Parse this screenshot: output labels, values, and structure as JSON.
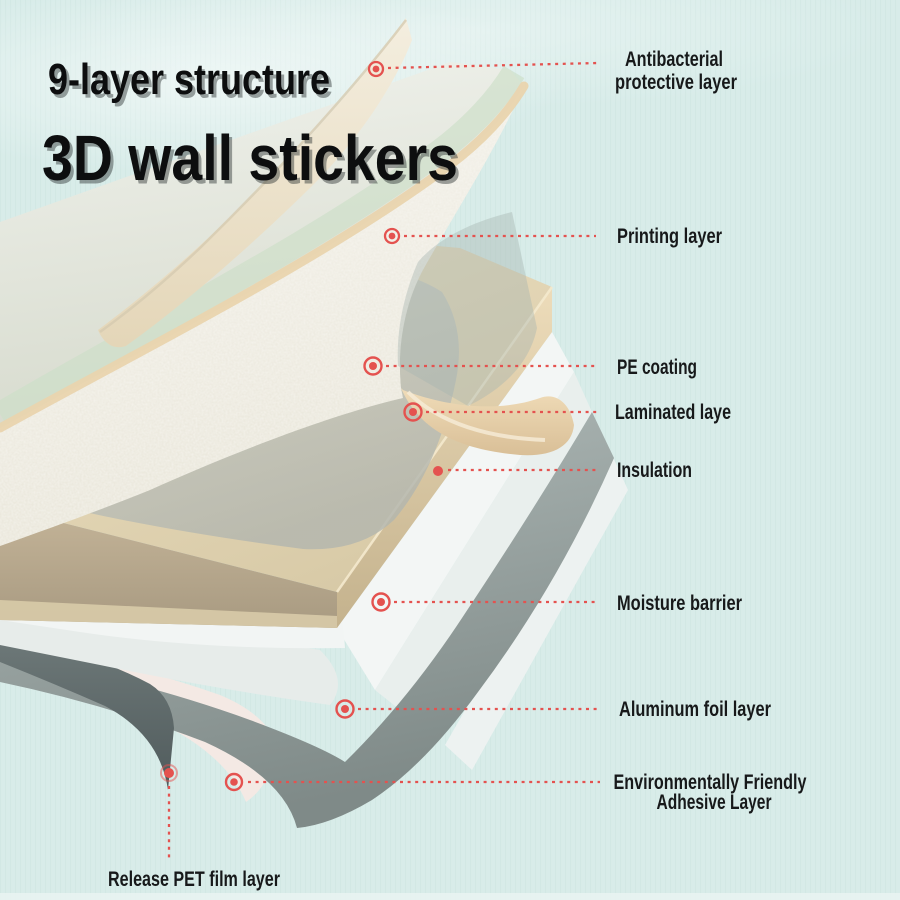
{
  "title": {
    "line1": "9-layer structure",
    "line2": "3D wall stickers"
  },
  "callouts": [
    {
      "id": "antibacterial",
      "lines": [
        "Antibacterial",
        "protective layer"
      ]
    },
    {
      "id": "printing",
      "lines": [
        "Printing layer"
      ]
    },
    {
      "id": "pe-coating",
      "lines": [
        "PE coating"
      ]
    },
    {
      "id": "laminated",
      "lines": [
        "Laminated laye"
      ]
    },
    {
      "id": "insulation",
      "lines": [
        "Insulation"
      ]
    },
    {
      "id": "moisture",
      "lines": [
        "Moisture barrier"
      ]
    },
    {
      "id": "aluminum",
      "lines": [
        "Aluminum foil layer"
      ]
    },
    {
      "id": "adhesive",
      "lines": [
        "Environmentally Friendly",
        "Adhesive Layer"
      ]
    },
    {
      "id": "release",
      "lines": [
        "Release PET film layer"
      ]
    }
  ],
  "colors": {
    "background": "#d8ece9",
    "accent_red": "#e4524f",
    "slab_beige": "#ddcfae",
    "foil_gray": "#97a2a0",
    "release_dark": "#5e6969",
    "text_dark": "#17191a"
  }
}
